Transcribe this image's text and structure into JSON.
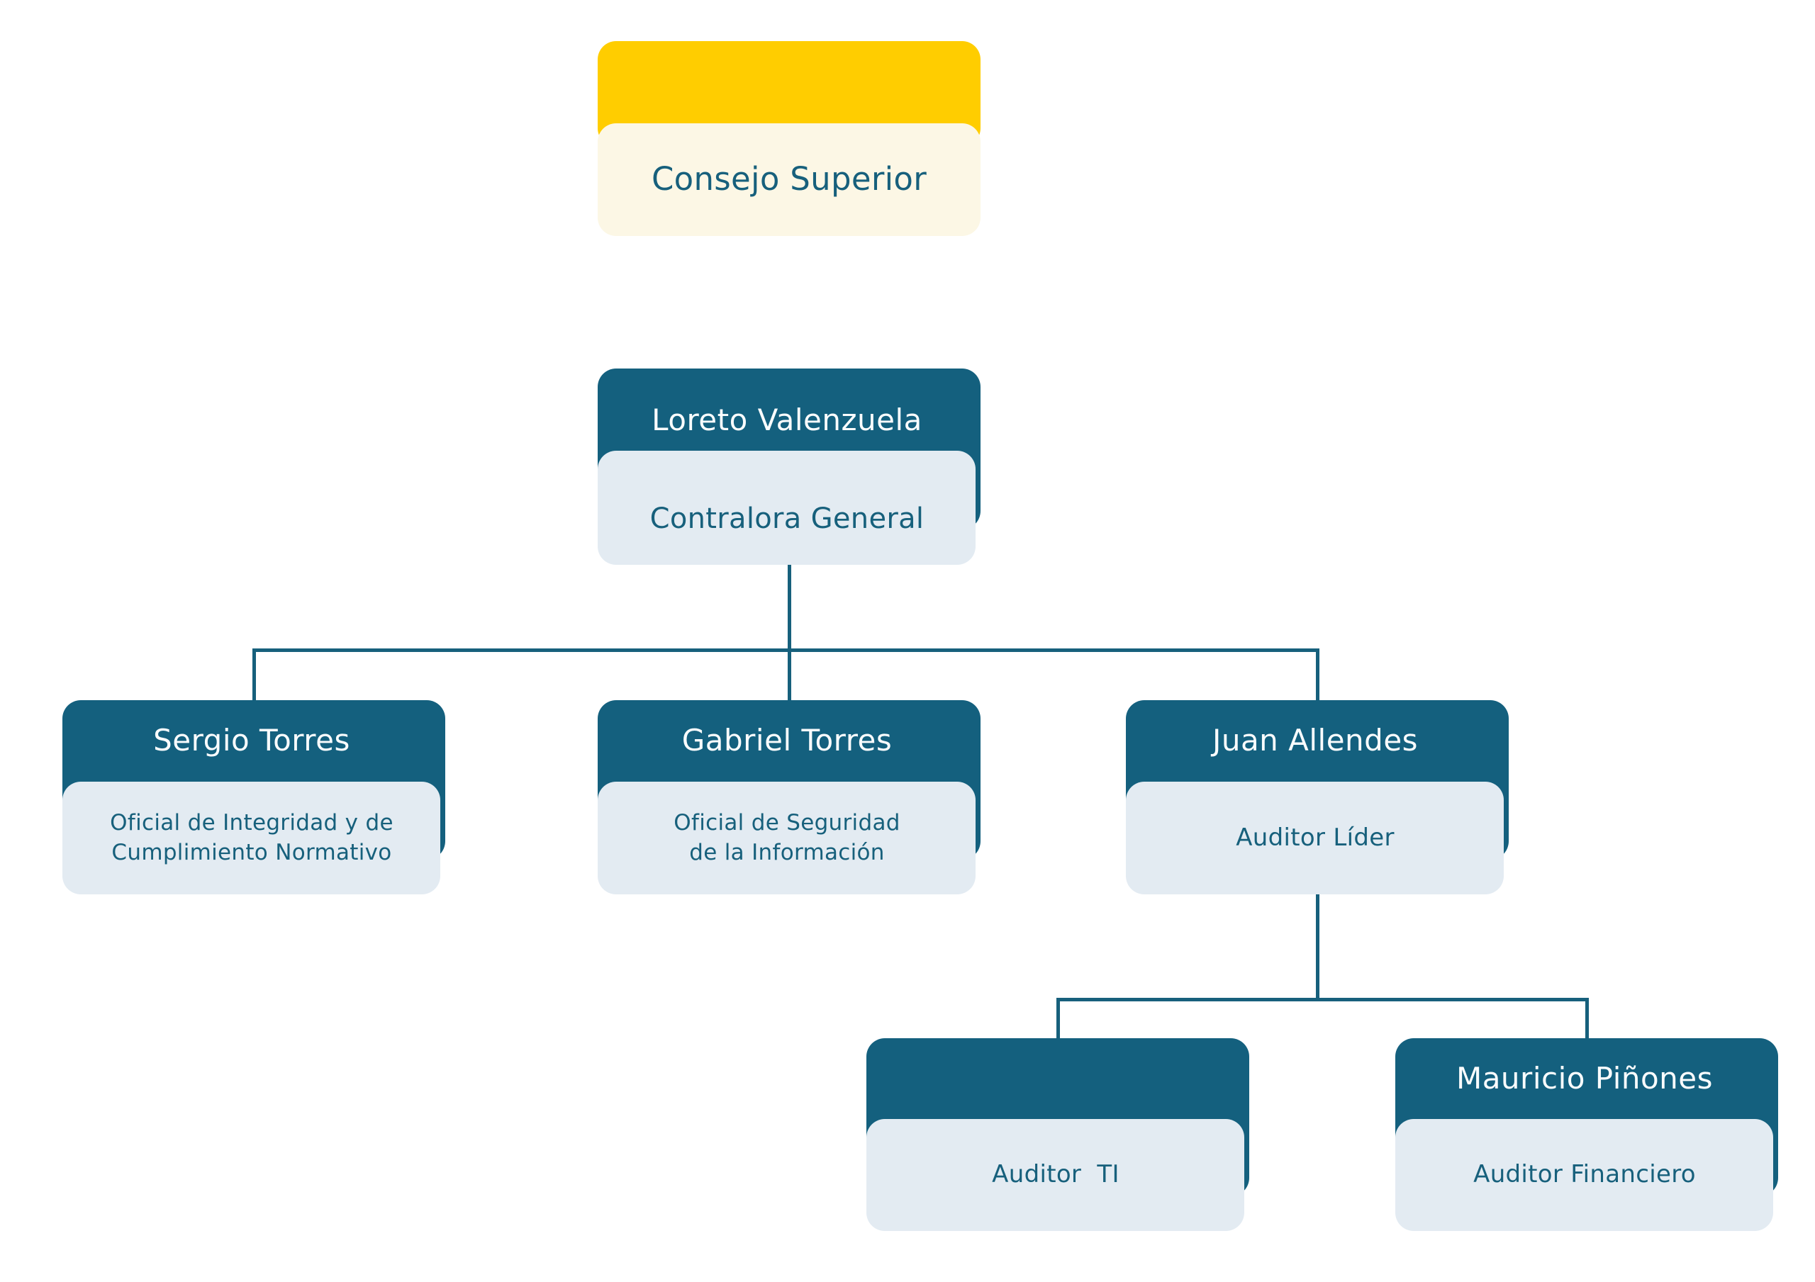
{
  "page": {
    "background_color": "#FFFFFF",
    "description": "Organizational chart"
  },
  "colors": {
    "teal_header": "#14607E",
    "light_body": "#E3EBF2",
    "gold_header": "#FFCD00",
    "cream_body": "#FCF7E5",
    "text_on_light": "#17607C",
    "text_on_dark": "#FFFFFF",
    "connector_line": "#17607C"
  },
  "nodes": {
    "consejo": {
      "title": "Consejo Superior"
    },
    "loreto": {
      "name": "Loreto Valenzuela",
      "role": "Contralora General"
    },
    "sergio": {
      "name": "Sergio Torres",
      "role": "Oficial de Integridad y de\nCumplimiento Normativo"
    },
    "gabriel": {
      "name": "Gabriel Torres",
      "role": "Oficial de Seguridad\nde la Información"
    },
    "juan": {
      "name": "Juan Allendes",
      "role": "Auditor Líder"
    },
    "auditor_ti": {
      "name": "",
      "role": "Auditor  TI"
    },
    "mauricio": {
      "name": "Mauricio Piñones",
      "role": "Auditor Financiero"
    }
  },
  "edges": [
    {
      "from": "loreto",
      "to": "sergio"
    },
    {
      "from": "loreto",
      "to": "gabriel"
    },
    {
      "from": "loreto",
      "to": "juan"
    },
    {
      "from": "juan",
      "to": "auditor_ti"
    },
    {
      "from": "juan",
      "to": "mauricio"
    }
  ]
}
